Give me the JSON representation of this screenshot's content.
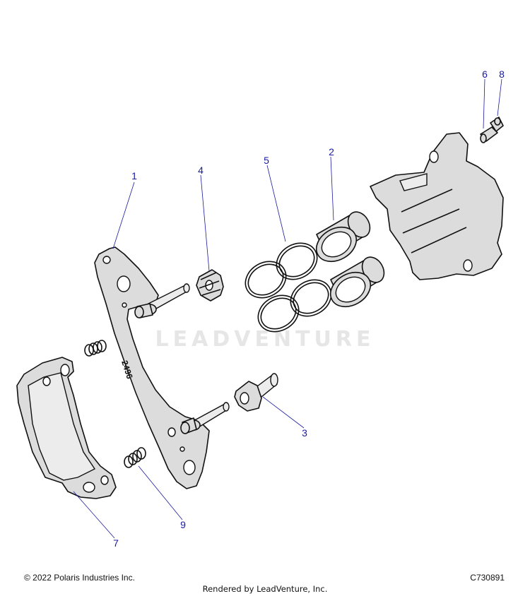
{
  "watermark": "LEADVENTURE",
  "bracket_marking": "2496",
  "callouts": [
    {
      "id": "1",
      "label": "1"
    },
    {
      "id": "2",
      "label": "2"
    },
    {
      "id": "3",
      "label": "3"
    },
    {
      "id": "4",
      "label": "4"
    },
    {
      "id": "5",
      "label": "5"
    },
    {
      "id": "6",
      "label": "6"
    },
    {
      "id": "7",
      "label": "7"
    },
    {
      "id": "8",
      "label": "8"
    },
    {
      "id": "9",
      "label": "9"
    }
  ],
  "footer": {
    "copyright": "© 2022 Polaris Industries Inc.",
    "figure_code": "C730891",
    "rendered_by": "Rendered by LeadVenture, Inc."
  }
}
